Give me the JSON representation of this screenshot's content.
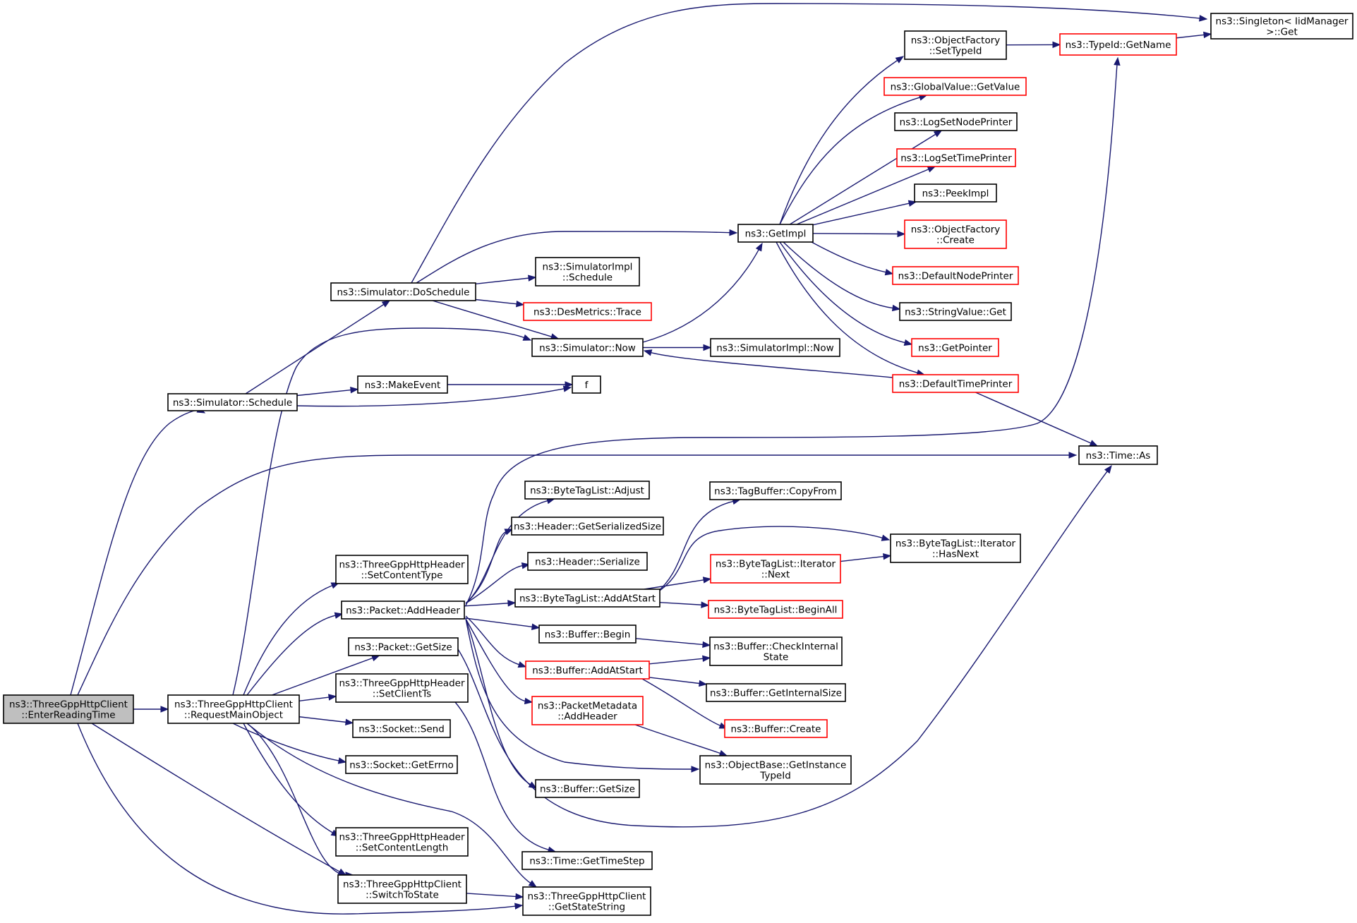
{
  "colors": {
    "edge": "#191970",
    "node_border_default": "#000000",
    "node_border_link": "#ff0000",
    "node_fill_root": "#bfbfbf",
    "node_fill_default": "#ffffff"
  },
  "nodes": [
    {
      "id": "root",
      "lines": [
        "ns3::ThreeGppHttpClient",
        "::EnterReadingTime"
      ],
      "style": "root"
    },
    {
      "id": "sched",
      "lines": [
        "ns3::Simulator::Schedule"
      ],
      "style": "default"
    },
    {
      "id": "reqmain",
      "lines": [
        "ns3::ThreeGppHttpClient",
        "::RequestMainObject"
      ],
      "style": "default"
    },
    {
      "id": "doschedule",
      "lines": [
        "ns3::Simulator::DoSchedule"
      ],
      "style": "default"
    },
    {
      "id": "makeevent",
      "lines": [
        "ns3::MakeEvent"
      ],
      "style": "default"
    },
    {
      "id": "f",
      "lines": [
        "f"
      ],
      "style": "default"
    },
    {
      "id": "simnow",
      "lines": [
        "ns3::Simulator::Now"
      ],
      "style": "default"
    },
    {
      "id": "simimplsched",
      "lines": [
        "ns3::SimulatorImpl",
        "::Schedule"
      ],
      "style": "default"
    },
    {
      "id": "desmetrics",
      "lines": [
        "ns3::DesMetrics::Trace"
      ],
      "style": "link"
    },
    {
      "id": "getimpl",
      "lines": [
        "ns3::GetImpl"
      ],
      "style": "default"
    },
    {
      "id": "simimplnow",
      "lines": [
        "ns3::SimulatorImpl::Now"
      ],
      "style": "default"
    },
    {
      "id": "ofsettypeid",
      "lines": [
        "ns3::ObjectFactory",
        "::SetTypeId"
      ],
      "style": "default"
    },
    {
      "id": "gvgetvalue",
      "lines": [
        "ns3::GlobalValue::GetValue"
      ],
      "style": "link"
    },
    {
      "id": "lognode",
      "lines": [
        "ns3::LogSetNodePrinter"
      ],
      "style": "default"
    },
    {
      "id": "logtime",
      "lines": [
        "ns3::LogSetTimePrinter"
      ],
      "style": "link"
    },
    {
      "id": "peekimpl",
      "lines": [
        "ns3::PeekImpl"
      ],
      "style": "default"
    },
    {
      "id": "ofcreate",
      "lines": [
        "ns3::ObjectFactory",
        "::Create"
      ],
      "style": "link"
    },
    {
      "id": "defnodeprinter",
      "lines": [
        "ns3::DefaultNodePrinter"
      ],
      "style": "link"
    },
    {
      "id": "strvalueget",
      "lines": [
        "ns3::StringValue::Get"
      ],
      "style": "default"
    },
    {
      "id": "getpointer",
      "lines": [
        "ns3::GetPointer"
      ],
      "style": "link"
    },
    {
      "id": "deftimeprinter",
      "lines": [
        "ns3::DefaultTimePrinter"
      ],
      "style": "link"
    },
    {
      "id": "typeidgetname",
      "lines": [
        "ns3::TypeId::GetName"
      ],
      "style": "link"
    },
    {
      "id": "singleton",
      "lines": [
        "ns3::Singleton< IidManager",
        " >::Get"
      ],
      "style": "default"
    },
    {
      "id": "timeas",
      "lines": [
        "ns3::Time::As"
      ],
      "style": "default"
    },
    {
      "id": "hdrsetcontenttype",
      "lines": [
        "ns3::ThreeGppHttpHeader",
        "::SetContentType"
      ],
      "style": "default"
    },
    {
      "id": "pktaddheader",
      "lines": [
        "ns3::Packet::AddHeader"
      ],
      "style": "default"
    },
    {
      "id": "pktgetsize",
      "lines": [
        "ns3::Packet::GetSize"
      ],
      "style": "default"
    },
    {
      "id": "hdrsetclientts",
      "lines": [
        "ns3::ThreeGppHttpHeader",
        "::SetClientTs"
      ],
      "style": "default"
    },
    {
      "id": "socksend",
      "lines": [
        "ns3::Socket::Send"
      ],
      "style": "default"
    },
    {
      "id": "sockgeterrno",
      "lines": [
        "ns3::Socket::GetErrno"
      ],
      "style": "default"
    },
    {
      "id": "hdrsetcontentlength",
      "lines": [
        "ns3::ThreeGppHttpHeader",
        "::SetContentLength"
      ],
      "style": "default"
    },
    {
      "id": "switchtostate",
      "lines": [
        "ns3::ThreeGppHttpClient",
        "::SwitchToState"
      ],
      "style": "default"
    },
    {
      "id": "getstatestring",
      "lines": [
        "ns3::ThreeGppHttpClient",
        "::GetStateString"
      ],
      "style": "default"
    },
    {
      "id": "btladjust",
      "lines": [
        "ns3::ByteTagList::Adjust"
      ],
      "style": "default"
    },
    {
      "id": "hdrgetserialized",
      "lines": [
        "ns3::Header::GetSerializedSize"
      ],
      "style": "default"
    },
    {
      "id": "hdrserialize",
      "lines": [
        "ns3::Header::Serialize"
      ],
      "style": "default"
    },
    {
      "id": "btladdatstart",
      "lines": [
        "ns3::ByteTagList::AddAtStart"
      ],
      "style": "default"
    },
    {
      "id": "bufbegin",
      "lines": [
        "ns3::Buffer::Begin"
      ],
      "style": "default"
    },
    {
      "id": "bufaddatstart",
      "lines": [
        "ns3::Buffer::AddAtStart"
      ],
      "style": "link"
    },
    {
      "id": "pmaddheader",
      "lines": [
        "ns3::PacketMetadata",
        "::AddHeader"
      ],
      "style": "link"
    },
    {
      "id": "bufgetsize",
      "lines": [
        "ns3::Buffer::GetSize"
      ],
      "style": "default"
    },
    {
      "id": "timegetstep",
      "lines": [
        "ns3::Time::GetTimeStep"
      ],
      "style": "default"
    },
    {
      "id": "tagbufcopy",
      "lines": [
        "ns3::TagBuffer::CopyFrom"
      ],
      "style": "default"
    },
    {
      "id": "btlitnext",
      "lines": [
        "ns3::ByteTagList::Iterator",
        "::Next"
      ],
      "style": "link"
    },
    {
      "id": "btlbeginall",
      "lines": [
        "ns3::ByteTagList::BeginAll"
      ],
      "style": "link"
    },
    {
      "id": "btlithasnext",
      "lines": [
        "ns3::ByteTagList::Iterator",
        "::HasNext"
      ],
      "style": "default"
    },
    {
      "id": "bufcheckinternal",
      "lines": [
        "ns3::Buffer::CheckInternal",
        "State"
      ],
      "style": "default"
    },
    {
      "id": "bufgetinternalsize",
      "lines": [
        "ns3::Buffer::GetInternalSize"
      ],
      "style": "default"
    },
    {
      "id": "bufcreate",
      "lines": [
        "ns3::Buffer::Create"
      ],
      "style": "link"
    },
    {
      "id": "obgetinstance",
      "lines": [
        "ns3::ObjectBase::GetInstance",
        "TypeId"
      ],
      "style": "default"
    }
  ],
  "edges": [
    [
      "root",
      "sched"
    ],
    [
      "root",
      "reqmain"
    ],
    [
      "root",
      "timeas"
    ],
    [
      "root",
      "switchtostate"
    ],
    [
      "root",
      "getstatestring"
    ],
    [
      "sched",
      "doschedule"
    ],
    [
      "sched",
      "makeevent"
    ],
    [
      "sched",
      "f"
    ],
    [
      "makeevent",
      "f"
    ],
    [
      "doschedule",
      "singleton"
    ],
    [
      "doschedule",
      "getimpl"
    ],
    [
      "doschedule",
      "simimplsched"
    ],
    [
      "doschedule",
      "desmetrics"
    ],
    [
      "doschedule",
      "simnow"
    ],
    [
      "simnow",
      "getimpl"
    ],
    [
      "simnow",
      "simimplnow"
    ],
    [
      "getimpl",
      "ofsettypeid"
    ],
    [
      "getimpl",
      "gvgetvalue"
    ],
    [
      "getimpl",
      "lognode"
    ],
    [
      "getimpl",
      "logtime"
    ],
    [
      "getimpl",
      "peekimpl"
    ],
    [
      "getimpl",
      "ofcreate"
    ],
    [
      "getimpl",
      "defnodeprinter"
    ],
    [
      "getimpl",
      "strvalueget"
    ],
    [
      "getimpl",
      "getpointer"
    ],
    [
      "getimpl",
      "deftimeprinter"
    ],
    [
      "ofsettypeid",
      "typeidgetname"
    ],
    [
      "typeidgetname",
      "singleton"
    ],
    [
      "deftimeprinter",
      "simnow"
    ],
    [
      "deftimeprinter",
      "timeas"
    ],
    [
      "reqmain",
      "simnow"
    ],
    [
      "reqmain",
      "hdrsetcontenttype"
    ],
    [
      "reqmain",
      "pktaddheader"
    ],
    [
      "reqmain",
      "pktgetsize"
    ],
    [
      "reqmain",
      "hdrsetclientts"
    ],
    [
      "reqmain",
      "socksend"
    ],
    [
      "reqmain",
      "sockgeterrno"
    ],
    [
      "reqmain",
      "hdrsetcontentlength"
    ],
    [
      "reqmain",
      "switchtostate"
    ],
    [
      "reqmain",
      "getstatestring"
    ],
    [
      "pktaddheader",
      "typeidgetname"
    ],
    [
      "pktaddheader",
      "btladjust"
    ],
    [
      "pktaddheader",
      "hdrgetserialized"
    ],
    [
      "pktaddheader",
      "hdrserialize"
    ],
    [
      "pktaddheader",
      "btladdatstart"
    ],
    [
      "pktaddheader",
      "bufbegin"
    ],
    [
      "pktaddheader",
      "bufaddatstart"
    ],
    [
      "pktaddheader",
      "pmaddheader"
    ],
    [
      "pktaddheader",
      "obgetinstance"
    ],
    [
      "pktaddheader",
      "bufgetsize"
    ],
    [
      "pktgetsize",
      "timeas"
    ],
    [
      "hdrsetclientts",
      "timegetstep"
    ],
    [
      "btladdatstart",
      "tagbufcopy"
    ],
    [
      "btladdatstart",
      "btlithasnext"
    ],
    [
      "btladdatstart",
      "btlitnext"
    ],
    [
      "btladdatstart",
      "btlbeginall"
    ],
    [
      "btlitnext",
      "btlithasnext"
    ],
    [
      "bufbegin",
      "bufcheckinternal"
    ],
    [
      "bufaddatstart",
      "bufcheckinternal"
    ],
    [
      "bufaddatstart",
      "bufgetinternalsize"
    ],
    [
      "bufaddatstart",
      "bufcreate"
    ],
    [
      "pmaddheader",
      "obgetinstance"
    ],
    [
      "switchtostate",
      "getstatestring"
    ]
  ]
}
